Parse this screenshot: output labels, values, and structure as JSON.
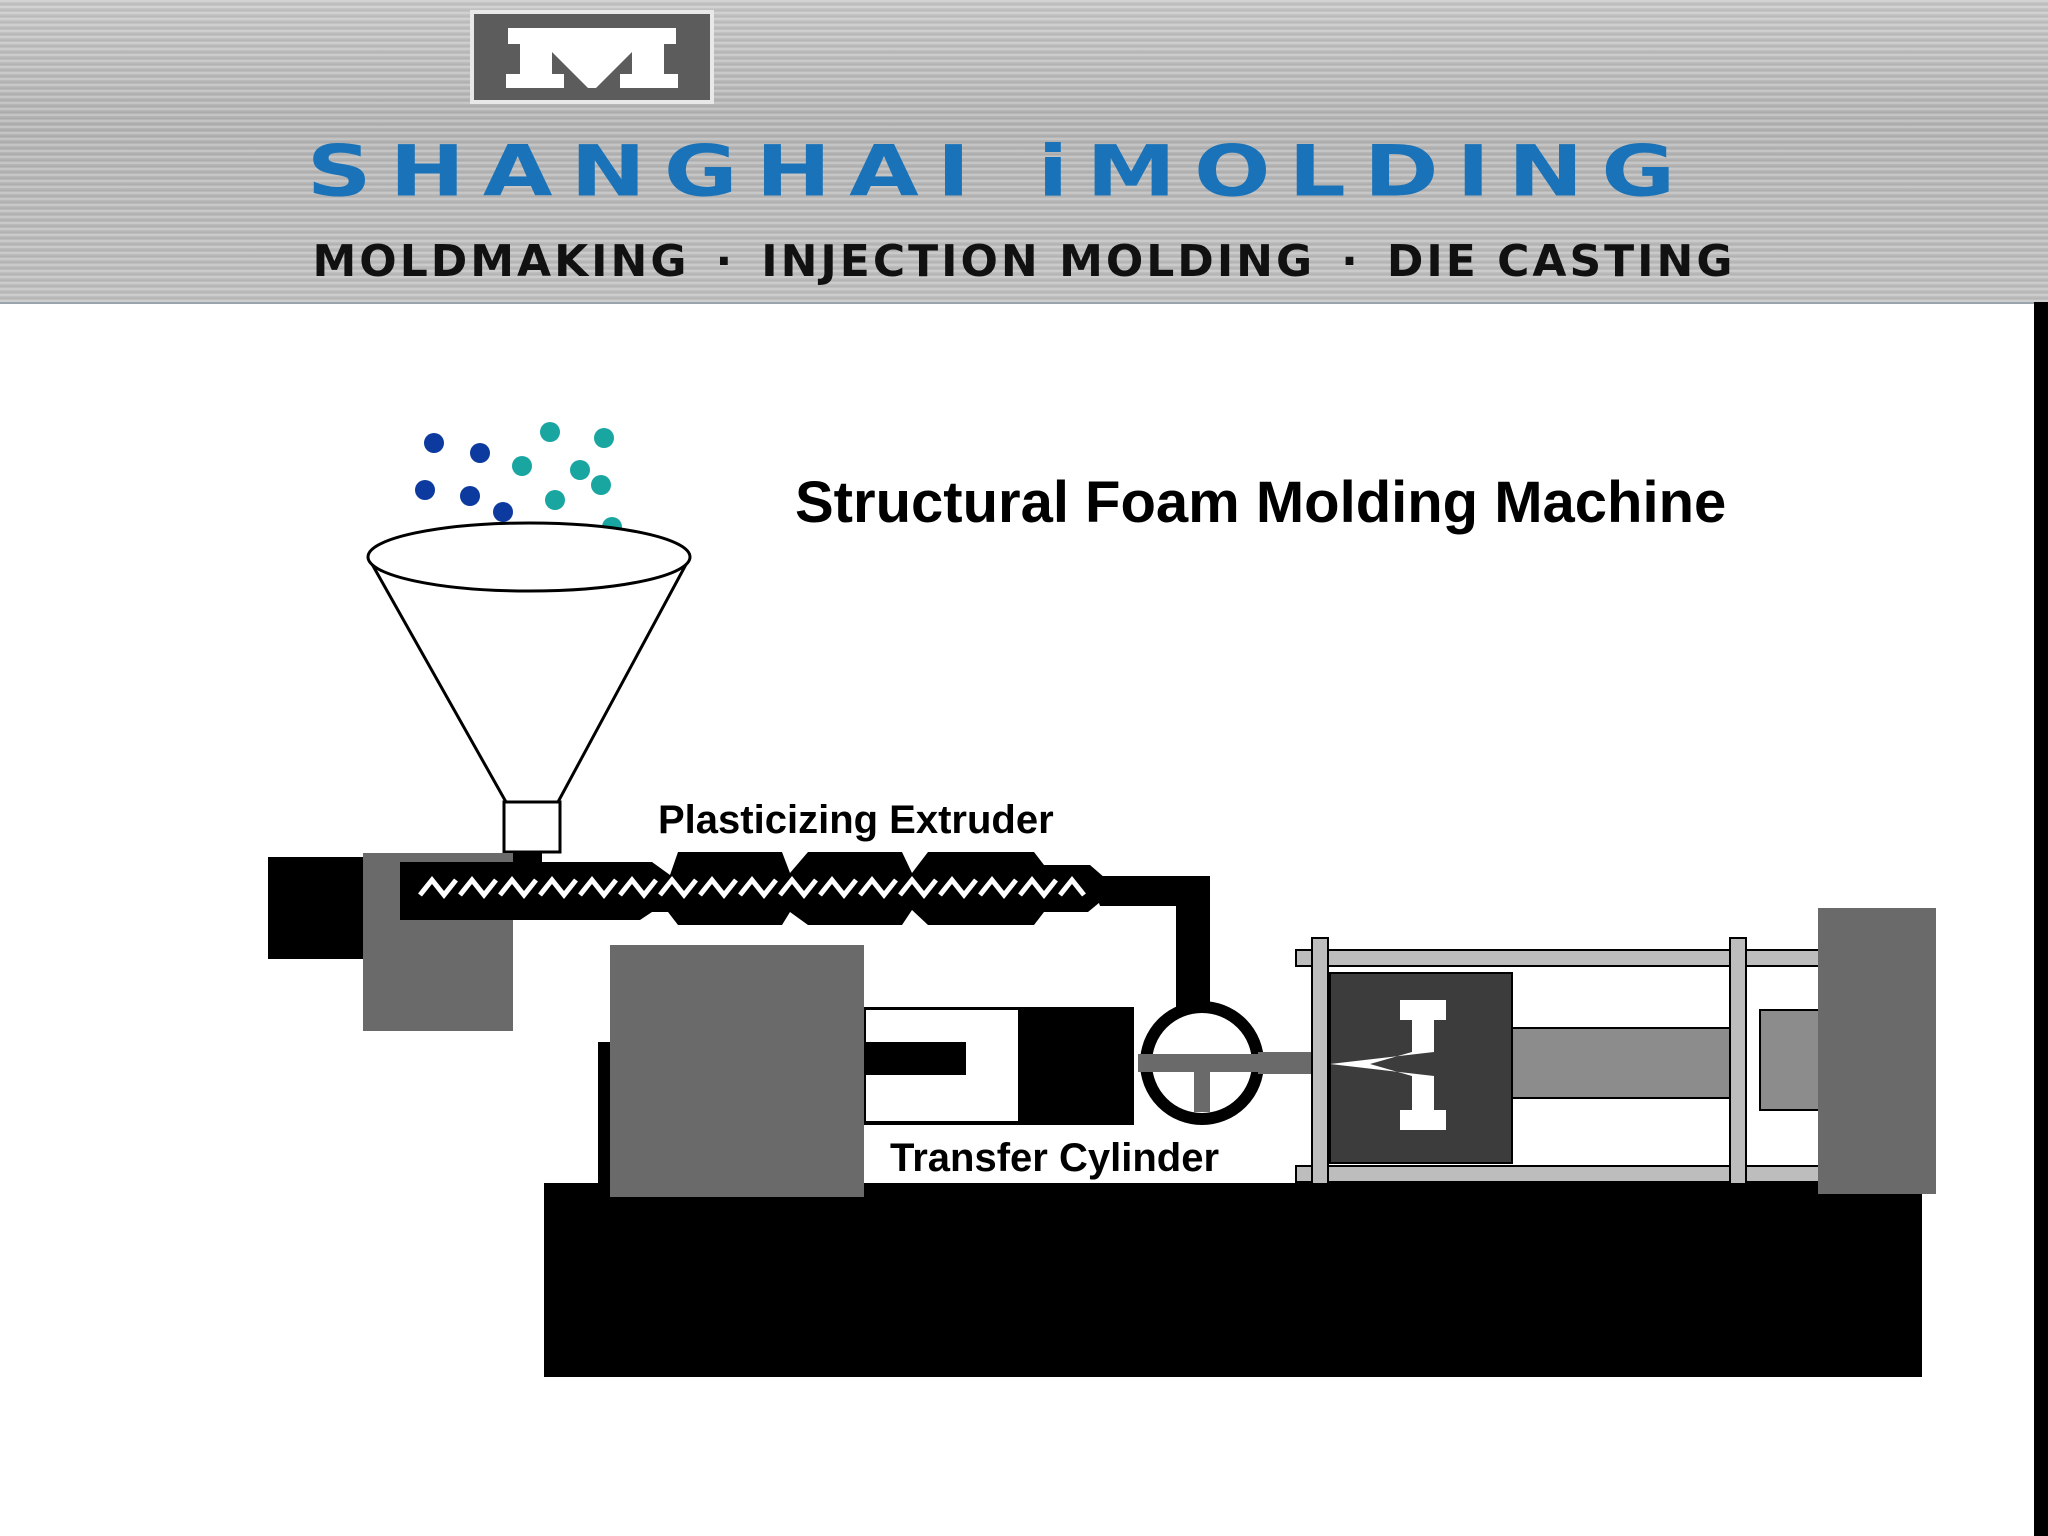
{
  "header": {
    "logo_letter": "M",
    "company_name": "SHANGHAI iMOLDING",
    "services": [
      "MOLDMAKING",
      "INJECTION MOLDING",
      "DIE CASTING"
    ],
    "separator": "·"
  },
  "diagram": {
    "title": "Structural Foam Molding Machine",
    "labels": {
      "extruder": "Plasticizing Extruder",
      "cylinder": "Transfer Cylinder"
    }
  },
  "colors": {
    "brand_blue": "#1a73b8",
    "pellet_navy": "#0d3a9e",
    "pellet_teal": "#1aa6a0",
    "machine_gray": "#6b6a6b",
    "rail_gray": "#bdbdbd",
    "black": "#000000"
  }
}
